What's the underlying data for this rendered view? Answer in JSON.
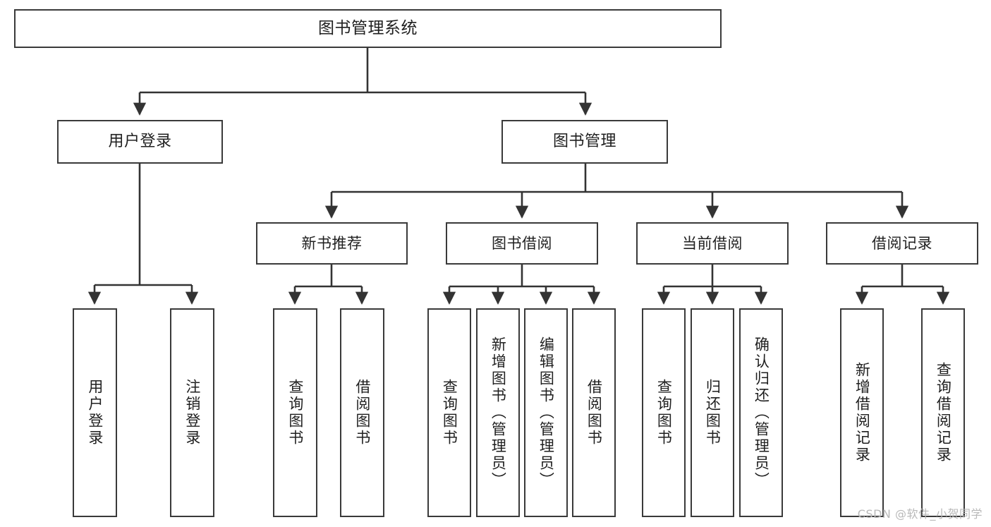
{
  "diagram": {
    "type": "tree",
    "title": "图书管理系统",
    "orientation": "top-down",
    "colors": {
      "box_border": "#3a3a3a",
      "box_fill": "#ffffff",
      "connector": "#333333",
      "text": "#1f1f1f",
      "watermark": "#b9b9b9",
      "background": "#ffffff"
    },
    "watermark": "CSDN @软件_小贺同学",
    "nodes": {
      "root": {
        "label": "图书管理系统"
      },
      "level2": [
        {
          "id": "user-login",
          "label": "用户登录"
        },
        {
          "id": "book-manage",
          "label": "图书管理"
        }
      ],
      "level3": [
        {
          "id": "new-book-recommend",
          "label": "新书推荐"
        },
        {
          "id": "book-borrow",
          "label": "图书借阅"
        },
        {
          "id": "current-borrow",
          "label": "当前借阅"
        },
        {
          "id": "borrow-record",
          "label": "借阅记录"
        }
      ],
      "leaves": {
        "user_login": [
          {
            "id": "leaf-user-login",
            "label": "用户登录"
          },
          {
            "id": "leaf-logout-login",
            "label": "注销登录"
          }
        ],
        "new_book_recommend": [
          {
            "id": "leaf-query-book-1",
            "label": "查询图书"
          },
          {
            "id": "leaf-borrow-book-1",
            "label": "借阅图书"
          }
        ],
        "book_borrow": [
          {
            "id": "leaf-query-book-2",
            "label": "查询图书"
          },
          {
            "id": "leaf-add-book",
            "label": "新增图书（管理员）"
          },
          {
            "id": "leaf-edit-book",
            "label": "编辑图书（管理员）"
          },
          {
            "id": "leaf-borrow-book-2",
            "label": "借阅图书"
          }
        ],
        "current_borrow": [
          {
            "id": "leaf-query-book-3",
            "label": "查询图书"
          },
          {
            "id": "leaf-return-book",
            "label": "归还图书"
          },
          {
            "id": "leaf-confirm-return",
            "label": "确认归还（管理员）"
          }
        ],
        "borrow_record": [
          {
            "id": "leaf-add-record",
            "label": "新增借阅记录"
          },
          {
            "id": "leaf-query-record",
            "label": "查询借阅记录"
          }
        ]
      }
    }
  }
}
